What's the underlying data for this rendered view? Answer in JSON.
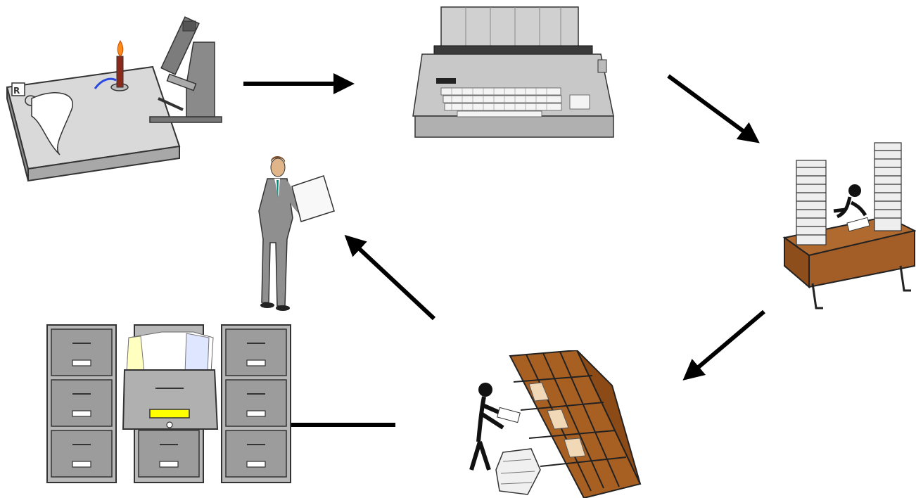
{
  "diagram": {
    "nodes": [
      {
        "id": "lab-experiment",
        "icon": "lab-bench-microscope-icon"
      },
      {
        "id": "typewriter",
        "icon": "typewriter-icon"
      },
      {
        "id": "desk-with-paper-stacks",
        "icon": "writer-desk-icon"
      },
      {
        "id": "mail-sorting",
        "icon": "mail-sorting-shelf-icon"
      },
      {
        "id": "filing-cabinets",
        "icon": "filing-cabinet-icon"
      },
      {
        "id": "reader",
        "icon": "businessman-reading-icon"
      }
    ],
    "arrows": [
      {
        "from": "lab-experiment",
        "to": "typewriter"
      },
      {
        "from": "typewriter",
        "to": "desk-with-paper-stacks"
      },
      {
        "from": "desk-with-paper-stacks",
        "to": "mail-sorting"
      },
      {
        "from": "mail-sorting",
        "to": "filing-cabinets"
      },
      {
        "from": "mail-sorting",
        "to": "reader"
      }
    ],
    "colors": {
      "arrow": "#000000",
      "metal": "#9a9a9a",
      "wood": "#a0602a",
      "paper": "#f2f2f2",
      "drawer-label-highlight": "#ffff00"
    }
  }
}
